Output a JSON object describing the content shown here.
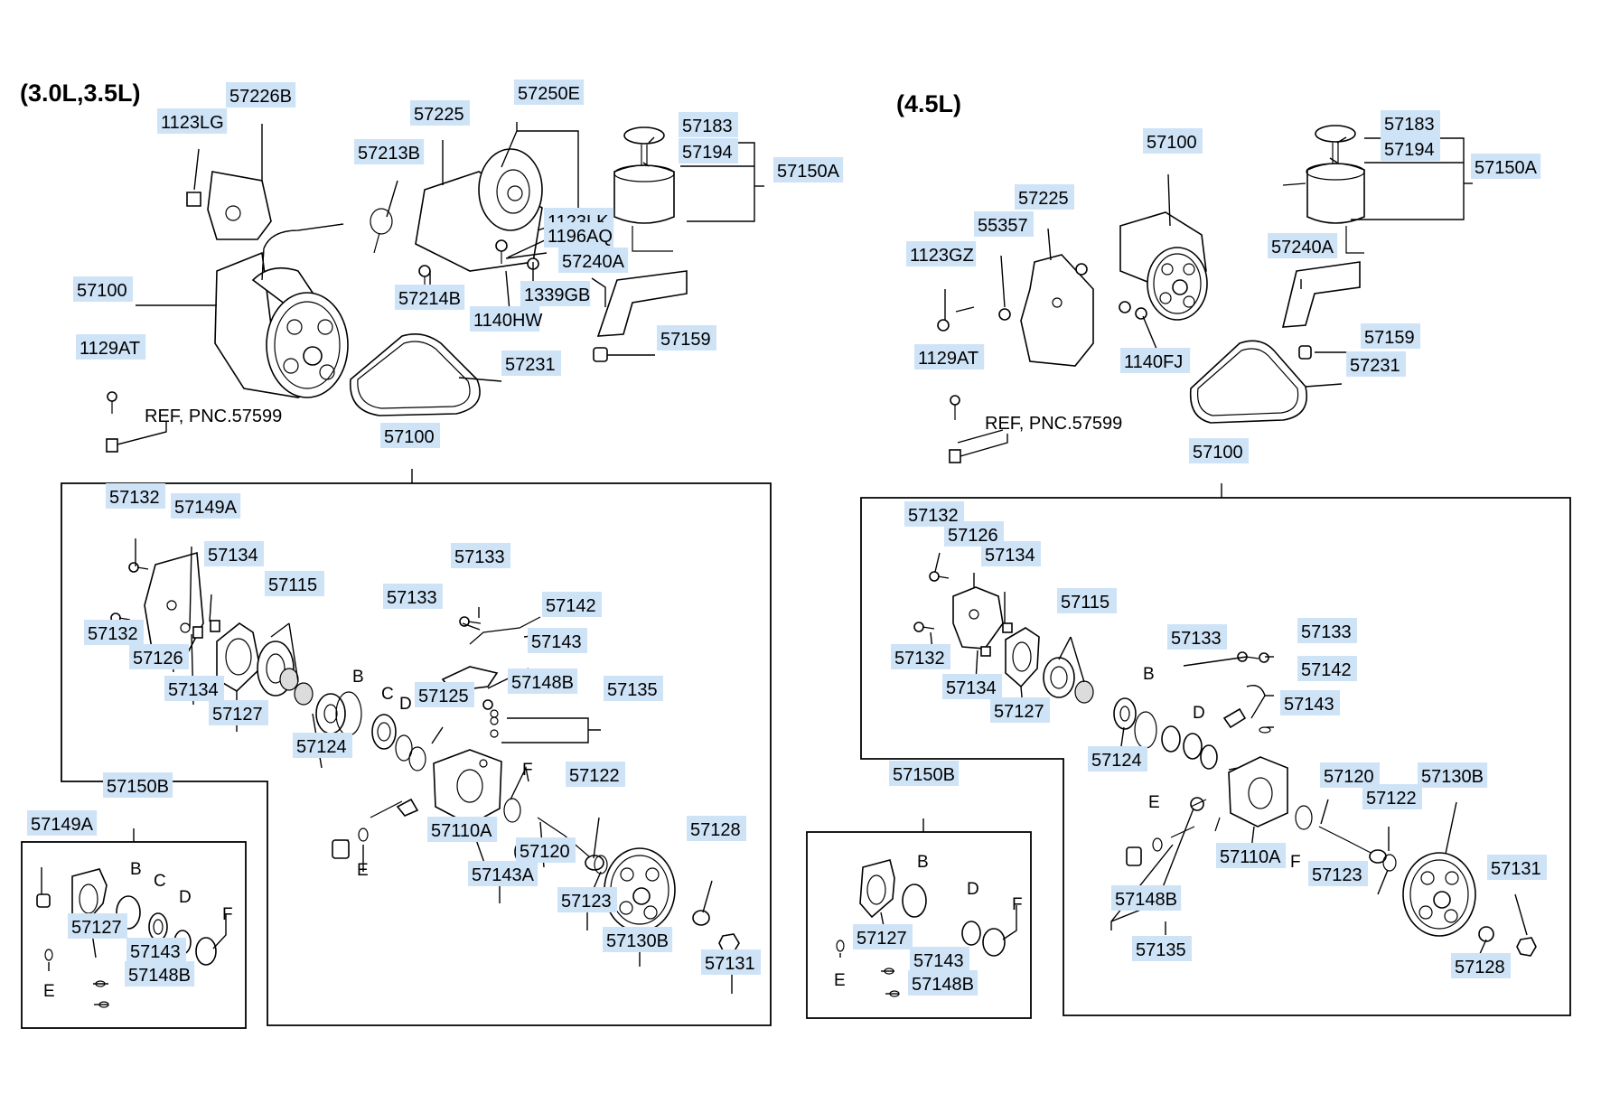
{
  "headings": {
    "left_engine": "(3.0L,3.5L)",
    "right_engine": "(4.5L)"
  },
  "notes": {
    "ref_left": "REF, PNC.57599",
    "ref_right": "REF, PNC.57599"
  },
  "letters": {
    "B": "B",
    "C": "C",
    "D": "D",
    "E": "E",
    "F": "F"
  },
  "left_upper": {
    "p57226B": "57226B",
    "p1123LG": "1123LG",
    "p57225": "57225",
    "p57250E": "57250E",
    "p57213B": "57213B",
    "p57183": "57183",
    "p57194": "57194",
    "p57150A": "57150A",
    "p1123LK": "1123LK",
    "p1196AQ": "1196AQ",
    "p57240A": "57240A",
    "p57100": "57100",
    "p57214B": "57214B",
    "p1339GB": "1339GB",
    "p1140HW": "1140HW",
    "p57159": "57159",
    "p1129AT": "1129AT",
    "p57231": "57231"
  },
  "left_pump": {
    "header": "57100",
    "p57132a": "57132",
    "p57149A": "57149A",
    "p57134a": "57134",
    "p57115": "57115",
    "p57133a": "57133",
    "p57133b": "57133",
    "p57142": "57142",
    "p57132b": "57132",
    "p57143": "57143",
    "p57126": "57126",
    "p57148B": "57148B",
    "p57135": "57135",
    "p57134b": "57134",
    "p57125": "57125",
    "p57127": "57127",
    "p57124": "57124",
    "p57122": "57122",
    "p57110A": "57110A",
    "p57128": "57128",
    "p57120": "57120",
    "p57143A": "57143A",
    "p57123": "57123",
    "p57130B": "57130B",
    "p57131": "57131"
  },
  "left_kit": {
    "header": "57150B",
    "p57149A": "57149A",
    "p57127": "57127",
    "p57143": "57143",
    "p57148B": "57148B"
  },
  "right_upper": {
    "p57183": "57183",
    "p57100": "57100",
    "p57194": "57194",
    "p57150A": "57150A",
    "p57225": "57225",
    "p55357": "55357",
    "p1123GZ": "1123GZ",
    "p57240A": "57240A",
    "p57159": "57159",
    "p1129AT": "1129AT",
    "p1140FJ": "1140FJ",
    "p57231": "57231"
  },
  "right_pump": {
    "header": "57100",
    "p57132a": "57132",
    "p57126": "57126",
    "p57134a": "57134",
    "p57115": "57115",
    "p57133a": "57133",
    "p57133b": "57133",
    "p57132b": "57132",
    "p57142": "57142",
    "p57134b": "57134",
    "p57143": "57143",
    "p57127": "57127",
    "p57124": "57124",
    "p57120": "57120",
    "p57130B": "57130B",
    "p57122": "57122",
    "p57110A": "57110A",
    "p57123": "57123",
    "p57131": "57131",
    "p57148B": "57148B",
    "p57135": "57135",
    "p57128": "57128"
  },
  "right_kit": {
    "header": "57150B",
    "p57127": "57127",
    "p57143": "57143",
    "p57148B": "57148B"
  }
}
